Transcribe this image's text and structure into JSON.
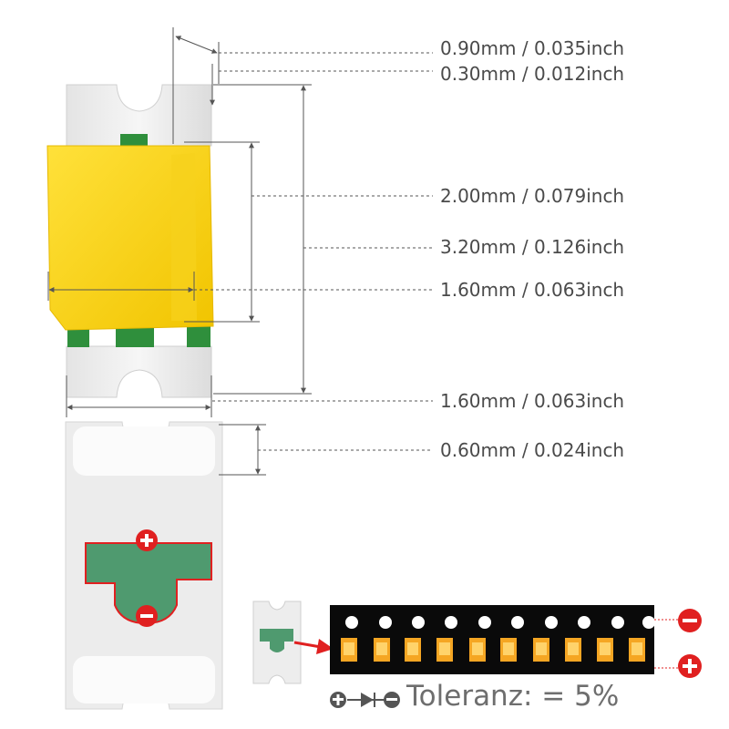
{
  "dimensions": [
    {
      "id": "d1",
      "text": "0.90mm / 0.035inch"
    },
    {
      "id": "d2",
      "text": "0.30mm / 0.012inch"
    },
    {
      "id": "d3",
      "text": "2.00mm / 0.079inch"
    },
    {
      "id": "d4",
      "text": "3.20mm / 0.126inch"
    },
    {
      "id": "d5",
      "text": "1.60mm / 0.063inch"
    },
    {
      "id": "d6",
      "text": "1.60mm / 0.063inch"
    },
    {
      "id": "d7",
      "text": "0.60mm / 0.024inch"
    }
  ],
  "tolerance_text": "Toleranz: = 5%",
  "colors": {
    "led_yellow": "#f7d21c",
    "pad_green": "#2f8f3c",
    "bottom_green": "#4f9a6f",
    "polarity_red": "#e02020",
    "leader_line": "#555555",
    "body_white": "#f2f2f2",
    "tape_black": "#0a0a0a",
    "led_orange": "#f5a623"
  },
  "icons": [
    "plus-icon",
    "minus-icon",
    "diode-symbol-icon",
    "arrow-icon"
  ]
}
